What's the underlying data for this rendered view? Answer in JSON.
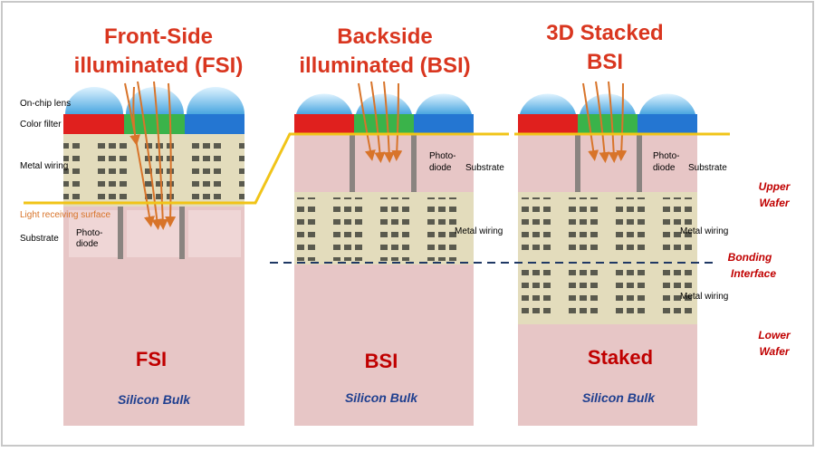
{
  "titles": {
    "fsi": [
      "Front-Side",
      "illuminated (FSI)"
    ],
    "bsi": [
      "Backside",
      "illuminated (BSI)"
    ],
    "stacked": [
      "3D Stacked",
      "BSI"
    ]
  },
  "fsi_labels": {
    "lens": "On-chip lens",
    "filter": "Color filter",
    "wiring": "Metal wiring",
    "surface": "Light receiving surface",
    "substrate": "Substrate",
    "photo": [
      "Photo-",
      "diode"
    ]
  },
  "bsi_labels": {
    "photo": [
      "Photo-",
      "diode"
    ],
    "substrate": "Substrate",
    "wiring": "Metal wiring"
  },
  "stacked_labels": {
    "photo": [
      "Photo-",
      "diode"
    ],
    "substrate": "Substrate",
    "wiring_upper": "Metal wiring",
    "wiring_lower": "Metal wiring"
  },
  "side_labels": {
    "upper": [
      "Upper",
      "Wafer"
    ],
    "bonding": [
      "Bonding",
      "Interface"
    ],
    "lower": [
      "Lower",
      "Wafer"
    ]
  },
  "bottom": {
    "fsi": "FSI",
    "bsi": "BSI",
    "stacked": "Staked",
    "bulk": "Silicon Bulk"
  },
  "colors": {
    "title_red": "#d9361f",
    "label_red": "#c00000",
    "bulk_blue": "#1f3f8f",
    "substrate": "#e7c6c6",
    "wiring_bg": "#e3dcbc",
    "wire": "#5a5a4e",
    "lens": "#7fc4ee",
    "filter_red": "#e0201e",
    "filter_green": "#3ab34a",
    "filter_blue": "#2476d2",
    "light_ray": "#d8742a",
    "surface_line": "#f1c418",
    "bonding_line": "#1f3864"
  }
}
